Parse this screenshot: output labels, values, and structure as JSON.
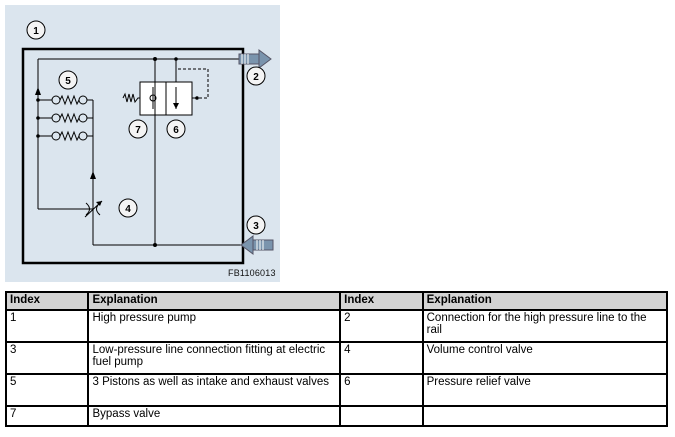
{
  "diagram": {
    "figure_code": "FB1106013",
    "callouts": [
      "1",
      "2",
      "3",
      "4",
      "5",
      "6",
      "7"
    ]
  },
  "legend": {
    "headers": [
      "Index",
      "Explanation",
      "Index",
      "Explanation"
    ],
    "rows": [
      [
        "1",
        "High pressure pump",
        "2",
        "Connection for the high pressure line to the rail"
      ],
      [
        "3",
        "Low-pressure line connection fitting at electric fuel pump",
        "4",
        "Volume control valve"
      ],
      [
        "5",
        "3 Pistons as well as intake and exhaust valves",
        "6",
        "Pressure relief valve"
      ],
      [
        "7",
        "Bypass valve",
        "",
        ""
      ]
    ]
  }
}
